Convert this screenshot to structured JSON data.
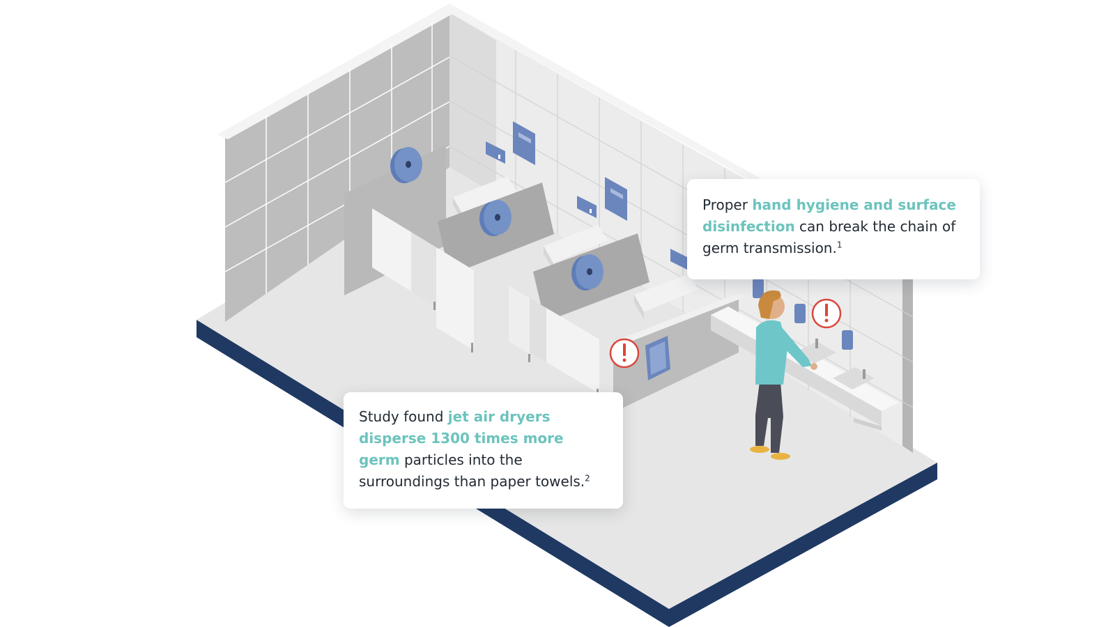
{
  "colors": {
    "highlight": "#6cc3bd",
    "text": "#222a33",
    "fixture_blue": "#6b86bd",
    "alert_red": "#d9473b",
    "base_navy": "#1f3963",
    "floor": "#e6e6e6",
    "wall_tile": "#c3c3c3",
    "person_shirt": "#6ec6c9",
    "person_pants": "#4a4d57",
    "person_hair": "#c98a3d"
  },
  "icons": [
    "toilet-paper-roll-icon",
    "seat-cover-dispenser-icon",
    "soap-dispenser-icon",
    "alert-icon",
    "hand-dryer-icon",
    "sink-icon",
    "person-icon"
  ],
  "callouts": {
    "hygiene": {
      "pre": "Proper ",
      "highlight": "hand hygiene and surface disinfection",
      "post": " can break the chain of germ transmission.",
      "ref": "1"
    },
    "dryer": {
      "pre": "Study found ",
      "highlight": "jet air dryers disperse 1300 times more germ",
      "post": " particles into the surroundings than paper towels.",
      "ref": "2"
    }
  }
}
